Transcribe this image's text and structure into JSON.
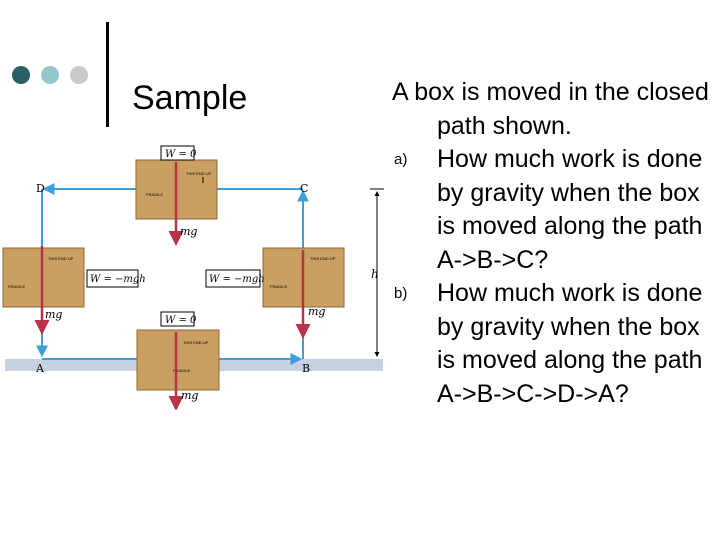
{
  "slide": {
    "title": "Sample",
    "bullet_colors": [
      "#2b5f63",
      "#93c7cc",
      "#c9c9c9"
    ],
    "intro": "A box is moved in the closed path shown.",
    "questions": [
      {
        "marker": "a)",
        "text": "How much work is done by gravity when the box is moved along the path A->B->C?"
      },
      {
        "marker": "b)",
        "text": "How much work is done by gravity when the box is moved along the path A->B->C->D->A?"
      }
    ]
  },
  "figure": {
    "points": {
      "A": "A",
      "B": "B",
      "C": "C",
      "D": "D"
    },
    "height_label": "h",
    "box_label_up": "THIS END UP",
    "box_label_fragile": "FRAGILE",
    "box_label_rotated": "THIS END UP",
    "work_top": "W = 0",
    "work_bottom": "W = 0",
    "work_left": "W = −mgh",
    "work_right": "W = −mgh",
    "force_label": "mg",
    "colors": {
      "box": "#c9a062",
      "box_edge": "#8b6a35",
      "path": "#3ea0d8",
      "force": "#b8324a",
      "floor": "#c5d1df"
    }
  }
}
